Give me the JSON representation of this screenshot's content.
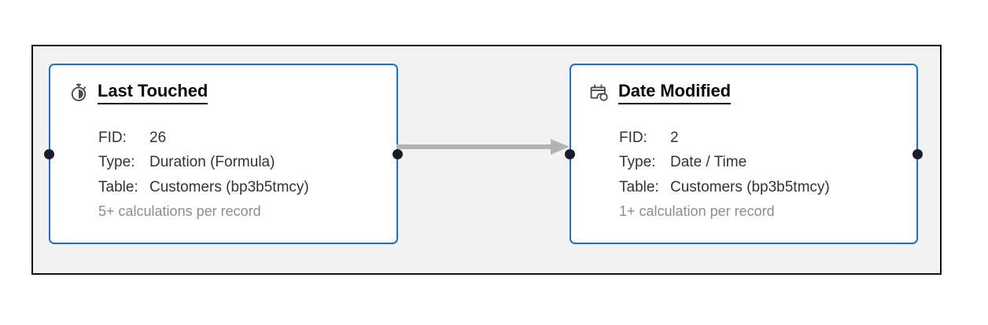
{
  "diagram": {
    "frame_bg": "#f2f2f2",
    "frame_border": "#111111",
    "card_border": "#1a6fe0",
    "connector_color": "#b3b3b3",
    "dot_color": "#1b1b2b",
    "nodes": [
      {
        "id": "last-touched",
        "icon": "stopwatch-duration-icon",
        "title": "Last Touched",
        "details": [
          {
            "key": "FID:",
            "value": "26"
          },
          {
            "key": "Type:",
            "value": "Duration (Formula)"
          },
          {
            "key": "Table:",
            "value": "Customers (bp3b5tmcy)"
          }
        ],
        "footnote": "5+ calculations per record"
      },
      {
        "id": "date-modified",
        "icon": "calendar-clock-icon",
        "title": "Date Modified",
        "details": [
          {
            "key": "FID:",
            "value": "2"
          },
          {
            "key": "Type:",
            "value": "Date / Time"
          },
          {
            "key": "Table:",
            "value": "Customers (bp3b5tmcy)"
          }
        ],
        "footnote": "1+ calculation per record"
      }
    ],
    "edge": {
      "from": "last-touched",
      "to": "date-modified",
      "direction": "right"
    }
  }
}
